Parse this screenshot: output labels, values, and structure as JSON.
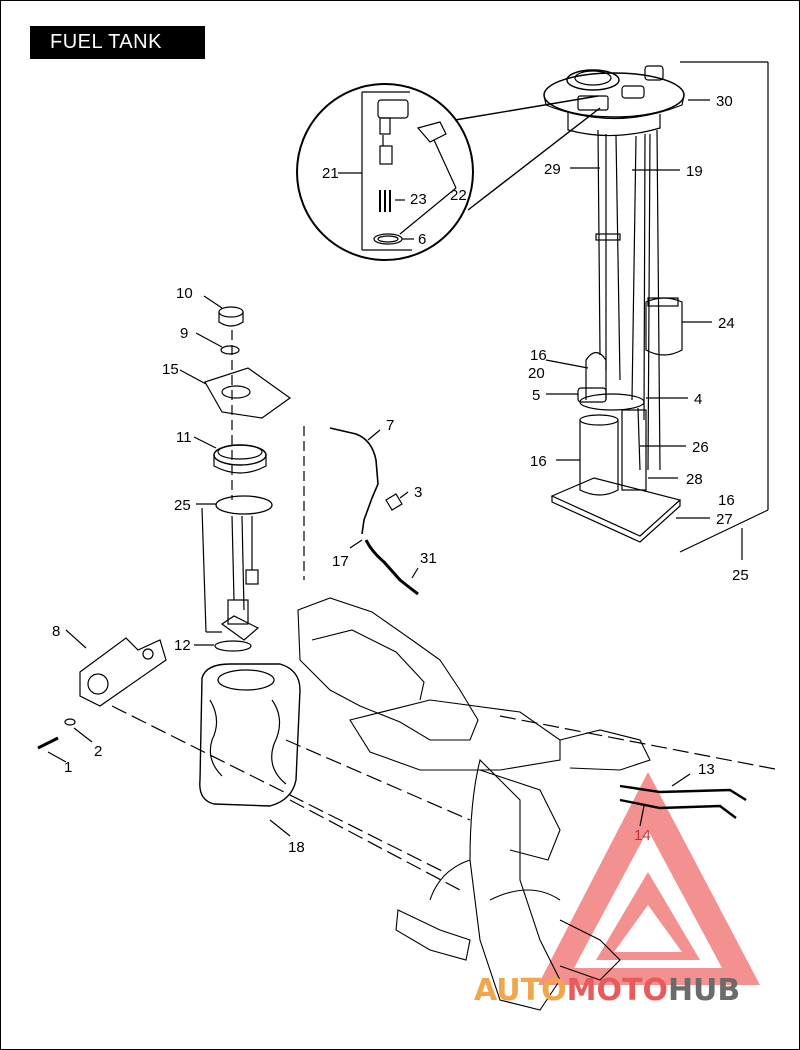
{
  "title": "FUEL TANK",
  "watermark": {
    "part_a": "AUTO",
    "part_b": "MOTO",
    "part_c": "HUB",
    "color_a": "#f0a64a",
    "color_b": "#e85b5b",
    "color_c": "#6b6b6b"
  },
  "callouts": [
    {
      "id": "c1",
      "text": "1"
    },
    {
      "id": "c2",
      "text": "2"
    },
    {
      "id": "c3",
      "text": "3"
    },
    {
      "id": "c4",
      "text": "4"
    },
    {
      "id": "c5",
      "text": "5"
    },
    {
      "id": "c6",
      "text": "6"
    },
    {
      "id": "c7",
      "text": "7"
    },
    {
      "id": "c8",
      "text": "8"
    },
    {
      "id": "c9",
      "text": "9"
    },
    {
      "id": "c10",
      "text": "10"
    },
    {
      "id": "c11",
      "text": "11"
    },
    {
      "id": "c12",
      "text": "12"
    },
    {
      "id": "c13",
      "text": "13"
    },
    {
      "id": "c14",
      "text": "14"
    },
    {
      "id": "c15",
      "text": "15"
    },
    {
      "id": "c16a",
      "text": "16"
    },
    {
      "id": "c16b",
      "text": "16"
    },
    {
      "id": "c16c",
      "text": "16"
    },
    {
      "id": "c17",
      "text": "17"
    },
    {
      "id": "c18",
      "text": "18"
    },
    {
      "id": "c19",
      "text": "19"
    },
    {
      "id": "c20",
      "text": "20"
    },
    {
      "id": "c21",
      "text": "21"
    },
    {
      "id": "c22",
      "text": "22"
    },
    {
      "id": "c23",
      "text": "23"
    },
    {
      "id": "c24",
      "text": "24"
    },
    {
      "id": "c25a",
      "text": "25"
    },
    {
      "id": "c25b",
      "text": "25"
    },
    {
      "id": "c26",
      "text": "26"
    },
    {
      "id": "c27",
      "text": "27"
    },
    {
      "id": "c28",
      "text": "28"
    },
    {
      "id": "c29",
      "text": "29"
    },
    {
      "id": "c30",
      "text": "30"
    },
    {
      "id": "c31",
      "text": "31"
    }
  ]
}
